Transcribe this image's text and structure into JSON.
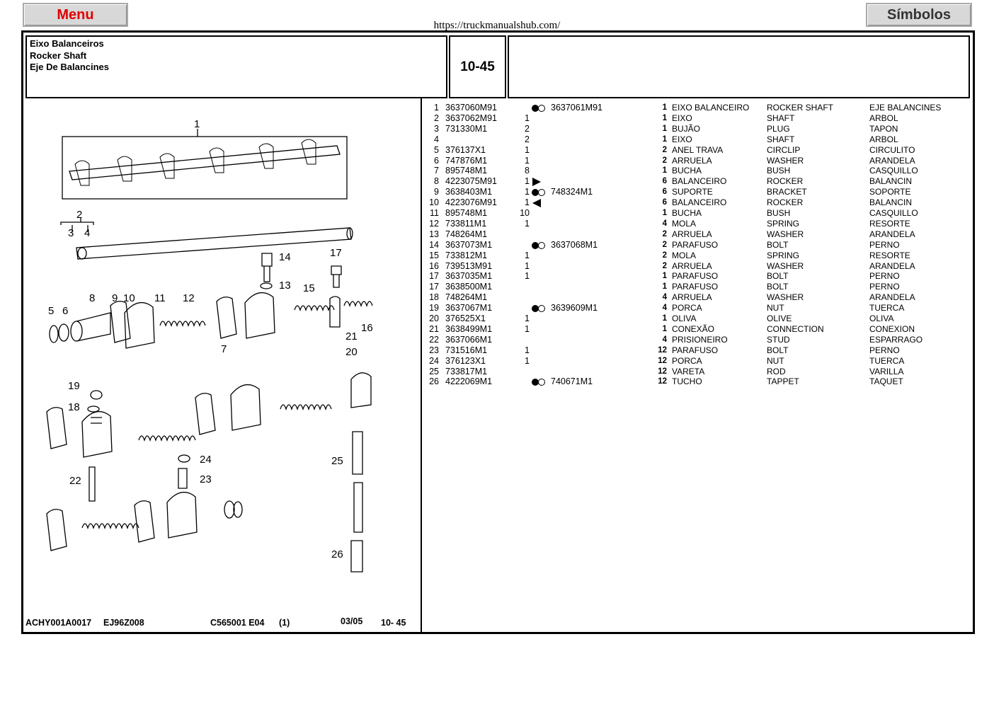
{
  "menu_label": "Menu",
  "symbols_label": "Símbolos",
  "url_text": "https://truckmanualshub.com/",
  "title": {
    "line1": "Eixo Balanceiros",
    "line2": "Rocker Shaft",
    "line3": "Eje De Balancines"
  },
  "page_ref": "10-45",
  "footer": {
    "code1": "ACHY001A0017",
    "code2": "EJ96Z008",
    "code3": "C565001  E04",
    "code4": "(1)",
    "date": "03/05",
    "page": "10- 45"
  },
  "diagram_labels": [
    "1",
    "2",
    "3",
    "4",
    "5",
    "6",
    "7",
    "8",
    "9",
    "10",
    "11",
    "12",
    "13",
    "14",
    "15",
    "16",
    "17",
    "18",
    "19",
    "20",
    "21",
    "22",
    "23",
    "24",
    "25",
    "26"
  ],
  "parts": [
    {
      "n": "1",
      "part": "3637060M91",
      "qty": "",
      "sym": "circle-pair",
      "alt": "3637061M91",
      "qty2": "1",
      "pt": "EIXO BALANCEIRO",
      "en": "ROCKER SHAFT",
      "es": "EJE BALANCINES"
    },
    {
      "n": "2",
      "part": "3637062M91",
      "qty": "1",
      "sym": "",
      "alt": "",
      "qty2": "1",
      "pt": "EIXO",
      "en": "SHAFT",
      "es": "ARBOL"
    },
    {
      "n": "3",
      "part": "731330M1",
      "qty": "2",
      "sym": "",
      "alt": "",
      "qty2": "1",
      "pt": "BUJÃO",
      "en": "PLUG",
      "es": "TAPON"
    },
    {
      "n": "4",
      "part": "",
      "qty": "2",
      "sym": "",
      "alt": "",
      "qty2": "1",
      "pt": "EIXO",
      "en": "SHAFT",
      "es": "ARBOL"
    },
    {
      "n": "5",
      "part": "376137X1",
      "qty": "1",
      "sym": "",
      "alt": "",
      "qty2": "2",
      "pt": "ANEL TRAVA",
      "en": "CIRCLIP",
      "es": "CIRCULITO"
    },
    {
      "n": "6",
      "part": "747876M1",
      "qty": "1",
      "sym": "",
      "alt": "",
      "qty2": "2",
      "pt": "ARRUELA",
      "en": "WASHER",
      "es": "ARANDELA"
    },
    {
      "n": "7",
      "part": "895748M1",
      "qty": "8",
      "sym": "",
      "alt": "",
      "qty2": "1",
      "pt": "BUCHA",
      "en": "BUSH",
      "es": "CASQUILLO"
    },
    {
      "n": "8",
      "part": "4223075M91",
      "qty": "1",
      "sym": "arrow-right",
      "alt": "",
      "qty2": "6",
      "pt": "BALANCEIRO",
      "en": "ROCKER",
      "es": "BALANCIN"
    },
    {
      "n": "9",
      "part": "3638403M1",
      "qty": "1",
      "sym": "circle-pair",
      "alt": "748324M1",
      "qty2": "6",
      "pt": "SUPORTE",
      "en": "BRACKET",
      "es": "SOPORTE"
    },
    {
      "n": "10",
      "part": "4223076M91",
      "qty": "1",
      "sym": "arrow-left",
      "alt": "",
      "qty2": "6",
      "pt": "BALANCEIRO",
      "en": "ROCKER",
      "es": "BALANCIN"
    },
    {
      "n": "11",
      "part": "895748M1",
      "qty": "10",
      "sym": "",
      "alt": "",
      "qty2": "1",
      "pt": "BUCHA",
      "en": "BUSH",
      "es": "CASQUILLO"
    },
    {
      "n": "12",
      "part": "733811M1",
      "qty": "1",
      "sym": "",
      "alt": "",
      "qty2": "4",
      "pt": "MOLA",
      "en": "SPRING",
      "es": "RESORTE"
    },
    {
      "n": "13",
      "part": "748264M1",
      "qty": "",
      "sym": "",
      "alt": "",
      "qty2": "2",
      "pt": "ARRUELA",
      "en": "WASHER",
      "es": "ARANDELA"
    },
    {
      "n": "14",
      "part": "3637073M1",
      "qty": "",
      "sym": "circle-pair",
      "alt": "3637068M1",
      "qty2": "2",
      "pt": "PARAFUSO",
      "en": "BOLT",
      "es": "PERNO"
    },
    {
      "n": "15",
      "part": "733812M1",
      "qty": "1",
      "sym": "",
      "alt": "",
      "qty2": "2",
      "pt": "MOLA",
      "en": "SPRING",
      "es": "RESORTE"
    },
    {
      "n": "16",
      "part": "739513M91",
      "qty": "1",
      "sym": "",
      "alt": "",
      "qty2": "2",
      "pt": "ARRUELA",
      "en": "WASHER",
      "es": "ARANDELA"
    },
    {
      "n": "17",
      "part": "3637035M1",
      "qty": "1",
      "sym": "",
      "alt": "",
      "qty2": "1",
      "pt": "PARAFUSO",
      "en": "BOLT",
      "es": "PERNO"
    },
    {
      "n": "17",
      "part": "3638500M1",
      "qty": "",
      "sym": "",
      "alt": "",
      "qty2": "1",
      "pt": "PARAFUSO",
      "en": "BOLT",
      "es": "PERNO"
    },
    {
      "n": "18",
      "part": "748264M1",
      "qty": "",
      "sym": "",
      "alt": "",
      "qty2": "4",
      "pt": "ARRUELA",
      "en": "WASHER",
      "es": "ARANDELA"
    },
    {
      "n": "19",
      "part": "3637067M1",
      "qty": "",
      "sym": "circle-pair",
      "alt": "3639609M1",
      "qty2": "4",
      "pt": "PORCA",
      "en": "NUT",
      "es": "TUERCA"
    },
    {
      "n": "20",
      "part": "376525X1",
      "qty": "1",
      "sym": "",
      "alt": "",
      "qty2": "1",
      "pt": "OLIVA",
      "en": "OLIVE",
      "es": "OLIVA"
    },
    {
      "n": "21",
      "part": "3638499M1",
      "qty": "1",
      "sym": "",
      "alt": "",
      "qty2": "1",
      "pt": "CONEXÃO",
      "en": "CONNECTION",
      "es": "CONEXION"
    },
    {
      "n": "22",
      "part": "3637066M1",
      "qty": "",
      "sym": "",
      "alt": "",
      "qty2": "4",
      "pt": "PRISIONEIRO",
      "en": "STUD",
      "es": "ESPARRAGO"
    },
    {
      "n": "23",
      "part": "731516M1",
      "qty": "1",
      "sym": "",
      "alt": "",
      "qty2": "12",
      "pt": "PARAFUSO",
      "en": "BOLT",
      "es": "PERNO"
    },
    {
      "n": "24",
      "part": "376123X1",
      "qty": "1",
      "sym": "",
      "alt": "",
      "qty2": "12",
      "pt": "PORCA",
      "en": "NUT",
      "es": "TUERCA"
    },
    {
      "n": "25",
      "part": "733817M1",
      "qty": "",
      "sym": "",
      "alt": "",
      "qty2": "12",
      "pt": "VARETA",
      "en": "ROD",
      "es": "VARILLA"
    },
    {
      "n": "26",
      "part": "4222069M1",
      "qty": "",
      "sym": "circle-pair",
      "alt": "740671M1",
      "qty2": "12",
      "pt": "TUCHO",
      "en": "TAPPET",
      "es": "TAQUET"
    }
  ]
}
